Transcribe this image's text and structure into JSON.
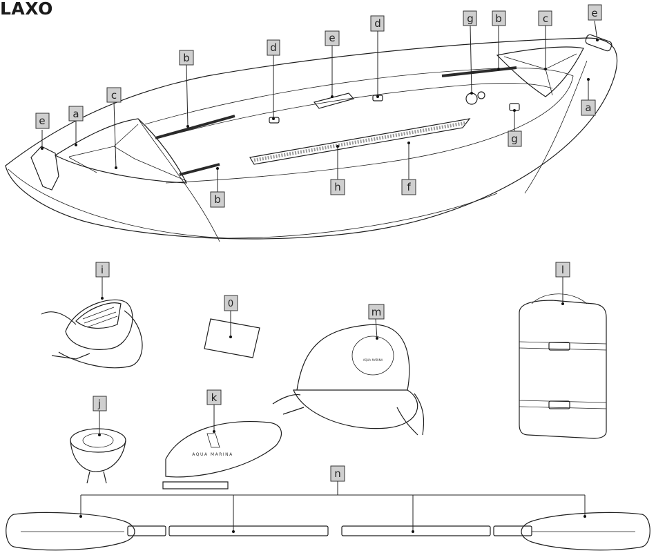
{
  "title": "LAXO",
  "labels": {
    "a": "a",
    "b": "b",
    "c": "c",
    "d": "d",
    "e": "e",
    "f": "f",
    "g": "g",
    "h": "h",
    "i": "i",
    "j": "j",
    "k": "k",
    "l": "l",
    "m": "m",
    "n": "n",
    "o": "0"
  },
  "logo_text": "AQUA MARINA",
  "colors": {
    "label_fill": "#cfcfcf",
    "line": "#1e1e1e",
    "background": "#ffffff"
  }
}
